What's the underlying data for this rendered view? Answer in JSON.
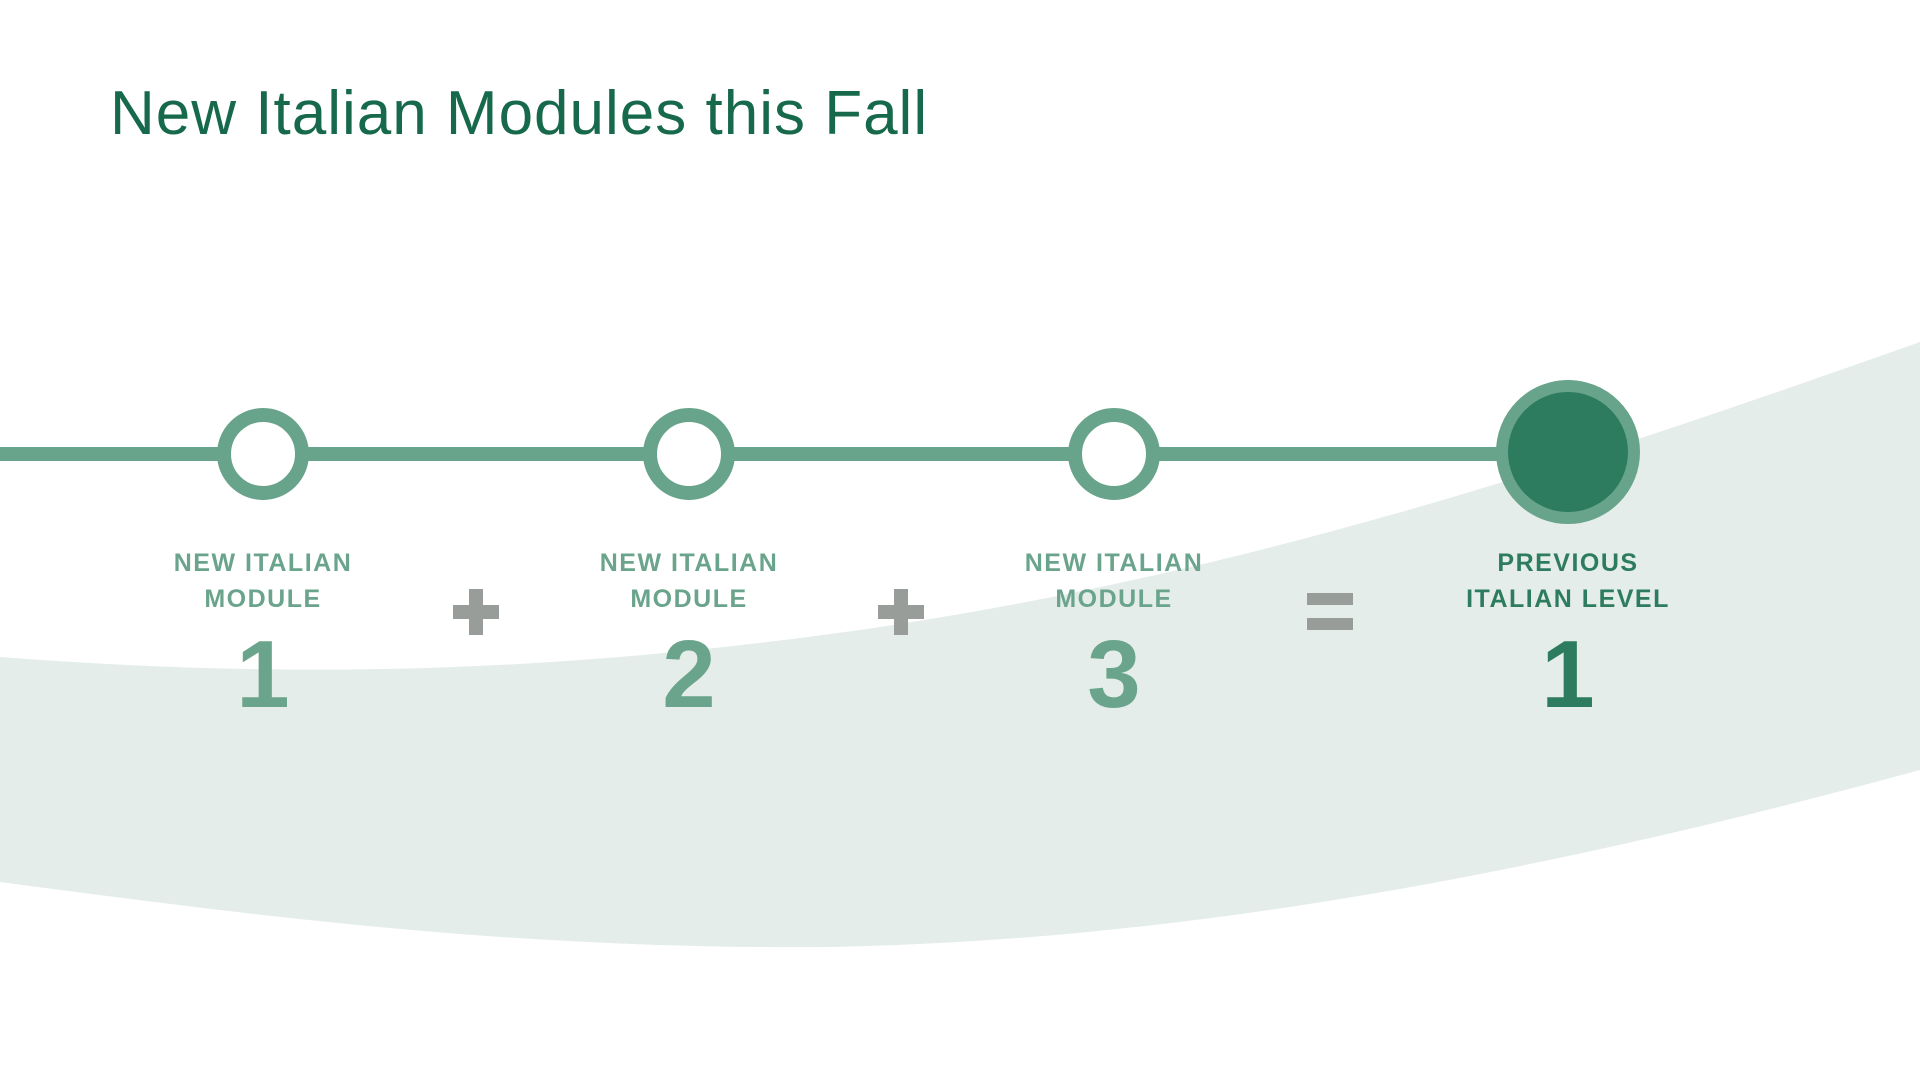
{
  "title": "New Italian Modules this Fall",
  "colors": {
    "title_green": "#17694b",
    "sage_green": "#68a38b",
    "dark_green": "#2d7c5f",
    "swoosh_light": "#e4ede9",
    "operator_gray": "#989d99"
  },
  "diagram": {
    "nodes": [
      {
        "label_line1": "NEW ITALIAN",
        "label_line2": "MODULE",
        "number": "1",
        "circle": "open"
      },
      {
        "label_line1": "NEW ITALIAN",
        "label_line2": "MODULE",
        "number": "2",
        "circle": "open"
      },
      {
        "label_line1": "NEW ITALIAN",
        "label_line2": "MODULE",
        "number": "3",
        "circle": "open"
      },
      {
        "label_line1": "PREVIOUS",
        "label_line2": "ITALIAN LEVEL",
        "number": "1",
        "circle": "filled"
      }
    ],
    "operators": [
      {
        "symbol": "+"
      },
      {
        "symbol": "+"
      },
      {
        "symbol": "="
      }
    ]
  }
}
